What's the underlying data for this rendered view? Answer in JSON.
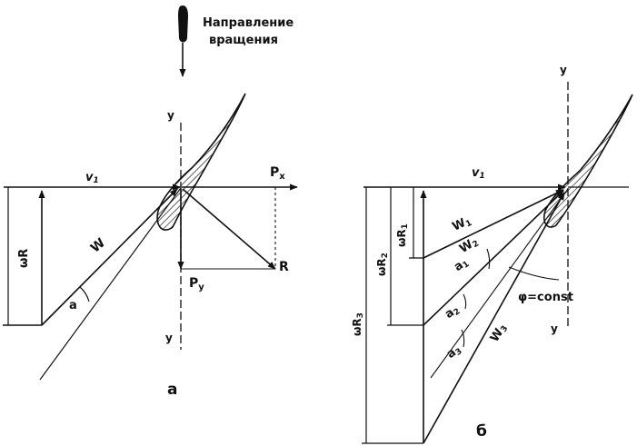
{
  "rotation_label": {
    "line1": "Направление",
    "line2": "вращения"
  },
  "panel_a": {
    "caption": "а",
    "v1": "v",
    "v1_sub": "1",
    "px": "P",
    "px_sub": "x",
    "py": "P",
    "py_sub": "y",
    "r": "R",
    "w": "W",
    "alpha": "a",
    "omega_r": "ωR",
    "axis_top": "y",
    "axis_bottom": "y"
  },
  "panel_b": {
    "caption": "б",
    "v1": "v",
    "v1_sub": "1",
    "w1": "W",
    "w1_sub": "1",
    "w2": "W",
    "w2_sub": "2",
    "w3": "W",
    "w3_sub": "3",
    "a1": "a",
    "a1_sub": "1",
    "a2": "a",
    "a2_sub": "2",
    "a3": "a",
    "a3_sub": "3",
    "wr1": "ωR",
    "wr1_sub": "1",
    "wr2": "ωR",
    "wr2_sub": "2",
    "wr3": "ωR",
    "wr3_sub": "3",
    "phi": "φ=const",
    "axis_top": "y",
    "axis_bottom": "y"
  },
  "colors": {
    "ink": "#111111",
    "paper": "#ffffff"
  }
}
